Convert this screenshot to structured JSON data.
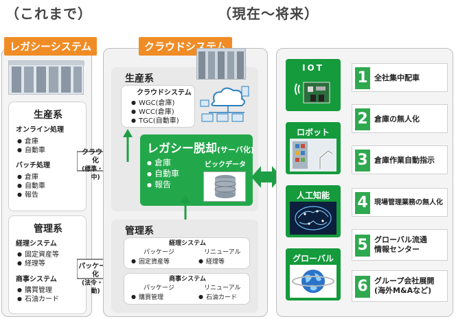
{
  "headings": {
    "past": "（これまで）",
    "future": "（現在～将来）"
  },
  "legacy": {
    "tag": "レガシーシステム",
    "production": {
      "title": "生産系",
      "online_title": "オンライン処理",
      "online_items": [
        "倉庫",
        "自動車"
      ],
      "batch_title": "バッチ処理",
      "batch_items": [
        "倉庫",
        "自動車",
        "報告"
      ]
    },
    "management": {
      "title": "管理系",
      "accounting_title": "経理システム",
      "accounting_items": [
        "固定資産等",
        "経理等"
      ],
      "commerce_title": "商事システム",
      "commerce_items": [
        "購買管理",
        "石油カード"
      ]
    }
  },
  "transitions": {
    "cloudify": [
      "クラウド化",
      "(標準・集中)"
    ],
    "packagify": [
      "パッケージ化",
      "(法令・自動)"
    ]
  },
  "cloud": {
    "tag": "クラウドシステム",
    "production_title": "生産系",
    "cloud_system_title": "クラウドシステム",
    "cloud_items": [
      "WGC(倉庫)",
      "WCC(倉庫)",
      "TGC(自動車)"
    ],
    "legacy_exit": {
      "title": "レガシー脱却",
      "title_suffix": "(サーバ化)",
      "items": [
        "倉庫",
        "自動車",
        "報告"
      ],
      "bigdata": "ビックデータ"
    },
    "management_title": "管理系",
    "accounting": {
      "title": "経理システム",
      "left_head": "パッケージ",
      "left_item": "固定資産等",
      "right_head": "リニューアル",
      "right_item": "経理等"
    },
    "commerce": {
      "title": "商事システム",
      "left_head": "パッケージ",
      "left_item": "購買管理",
      "right_head": "リニューアル",
      "right_item": "石油カード"
    }
  },
  "trends": [
    {
      "label": "IOT",
      "icon": "iot-board-icon"
    },
    {
      "label": "ロボット",
      "icon": "robot-icon"
    },
    {
      "label": "人工知能",
      "icon": "brain-icon"
    },
    {
      "label": "グローバル",
      "icon": "globe-icon"
    }
  ],
  "results": [
    {
      "num": "1",
      "text": [
        "全社集中配車"
      ]
    },
    {
      "num": "2",
      "text": [
        "倉庫の無人化"
      ]
    },
    {
      "num": "3",
      "text": [
        "倉庫作業自動指示"
      ]
    },
    {
      "num": "4",
      "text": [
        "現場管理業務の無人化"
      ]
    },
    {
      "num": "5",
      "text": [
        "グローバル流通",
        "情報センター"
      ]
    },
    {
      "num": "6",
      "text": [
        "グループ会社展開",
        "(海外M&Aなど)"
      ]
    }
  ]
}
